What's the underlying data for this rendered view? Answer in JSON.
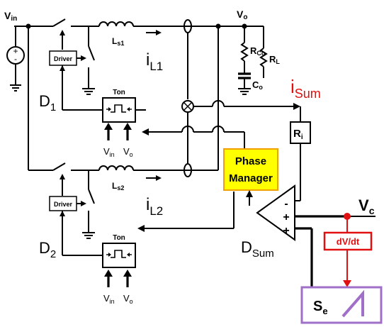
{
  "colors": {
    "wire": "#000000",
    "accent_red": "#e01010",
    "phase_fill": "#ffff00",
    "phase_border": "#f0a000",
    "se_border": "#a070c8",
    "dvdt_border": "#e01010"
  },
  "labels": {
    "vin": {
      "main": "V",
      "sub": "in"
    },
    "vo": {
      "main": "V",
      "sub": "o"
    },
    "rco": {
      "main": "R",
      "sub": "Co"
    },
    "rl": {
      "main": "R",
      "sub": "L"
    },
    "co": {
      "main": "C",
      "sub": "o"
    },
    "ls1": {
      "main": "L",
      "sub": "s1"
    },
    "ls2": {
      "main": "L",
      "sub": "s2"
    },
    "il1": {
      "main": "i",
      "sub": "L1"
    },
    "il2": {
      "main": "i",
      "sub": "L2"
    },
    "isum": {
      "main": "i",
      "sub": "Sum"
    },
    "d1": {
      "main": "D",
      "sub": "1"
    },
    "d2": {
      "main": "D",
      "sub": "2"
    },
    "dsum": {
      "main": "D",
      "sub": "Sum"
    },
    "ri": {
      "main": "R",
      "sub": "i"
    },
    "vc": {
      "main": "V",
      "sub": "c"
    },
    "se": {
      "main": "S",
      "sub": "e"
    },
    "ton1": "Ton",
    "ton2": "Ton",
    "driver1": "Driver",
    "driver2": "Driver",
    "phase_manager": [
      "Phase",
      "Manager"
    ],
    "dvdt": "dV/dt",
    "ton1_inputs": [
      {
        "main": "V",
        "sub": "in"
      },
      {
        "main": "V",
        "sub": "o"
      }
    ],
    "ton2_inputs": [
      {
        "main": "V",
        "sub": "in"
      },
      {
        "main": "V",
        "sub": "o"
      }
    ],
    "opamp_pins": [
      "-",
      "+",
      "+"
    ]
  }
}
